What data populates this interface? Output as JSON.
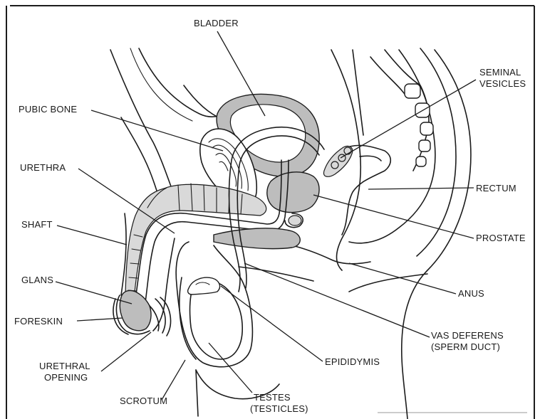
{
  "labels": {
    "bladder": "BLADDER",
    "seminal_vesicles_1": "SEMINAL",
    "seminal_vesicles_2": "VESICLES",
    "pubic_bone": "PUBIC BONE",
    "urethra": "URETHRA",
    "rectum": "RECTUM",
    "shaft": "SHAFT",
    "prostate": "PROSTATE",
    "glans": "GLANS",
    "anus": "ANUS",
    "foreskin": "FORESKIN",
    "vas_deferens_1": "VAS DEFERENS",
    "vas_deferens_2": "(SPERM DUCT)",
    "urethral_opening_1": "URETHRAL",
    "urethral_opening_2": "OPENING",
    "epididymis": "EPIDIDYMIS",
    "scrotum": "SCROTUM",
    "testes_1": "TESTES",
    "testes_2": "(TESTICLES)"
  },
  "colors": {
    "outline": "#1c1c1c",
    "organ_fill": "#bdbdbd",
    "light_fill": "#d9d9d9",
    "background": "#ffffff"
  }
}
